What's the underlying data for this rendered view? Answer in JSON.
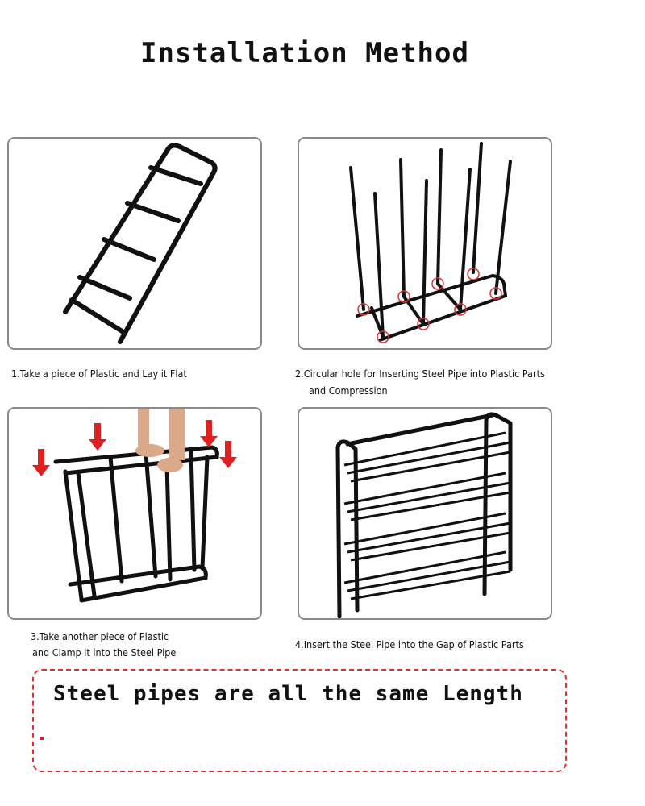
{
  "title": "Installation Method",
  "steps": [
    {
      "caption": "1.Take a piece of Plastic and Lay it Flat",
      "icon": "flat-plastic-frame"
    },
    {
      "caption_line1": "2.Circular hole for Inserting Steel Pipe into Plastic Parts",
      "caption_line2": "and Compression",
      "icon": "frame-with-steel-pipes"
    },
    {
      "caption_line1": "3.Take another piece of Plastic",
      "caption_line2": "and Clamp it into the Steel Pipe",
      "icon": "hands-clamping-frame"
    },
    {
      "caption": "4.Insert the Steel Pipe into the Gap of Plastic Parts",
      "icon": "assembled-shoe-rack"
    }
  ],
  "note": "Steel pipes are all the same Length",
  "colors": {
    "accent": "#e03030",
    "frame": "#111111",
    "border": "#8a8a8a"
  }
}
